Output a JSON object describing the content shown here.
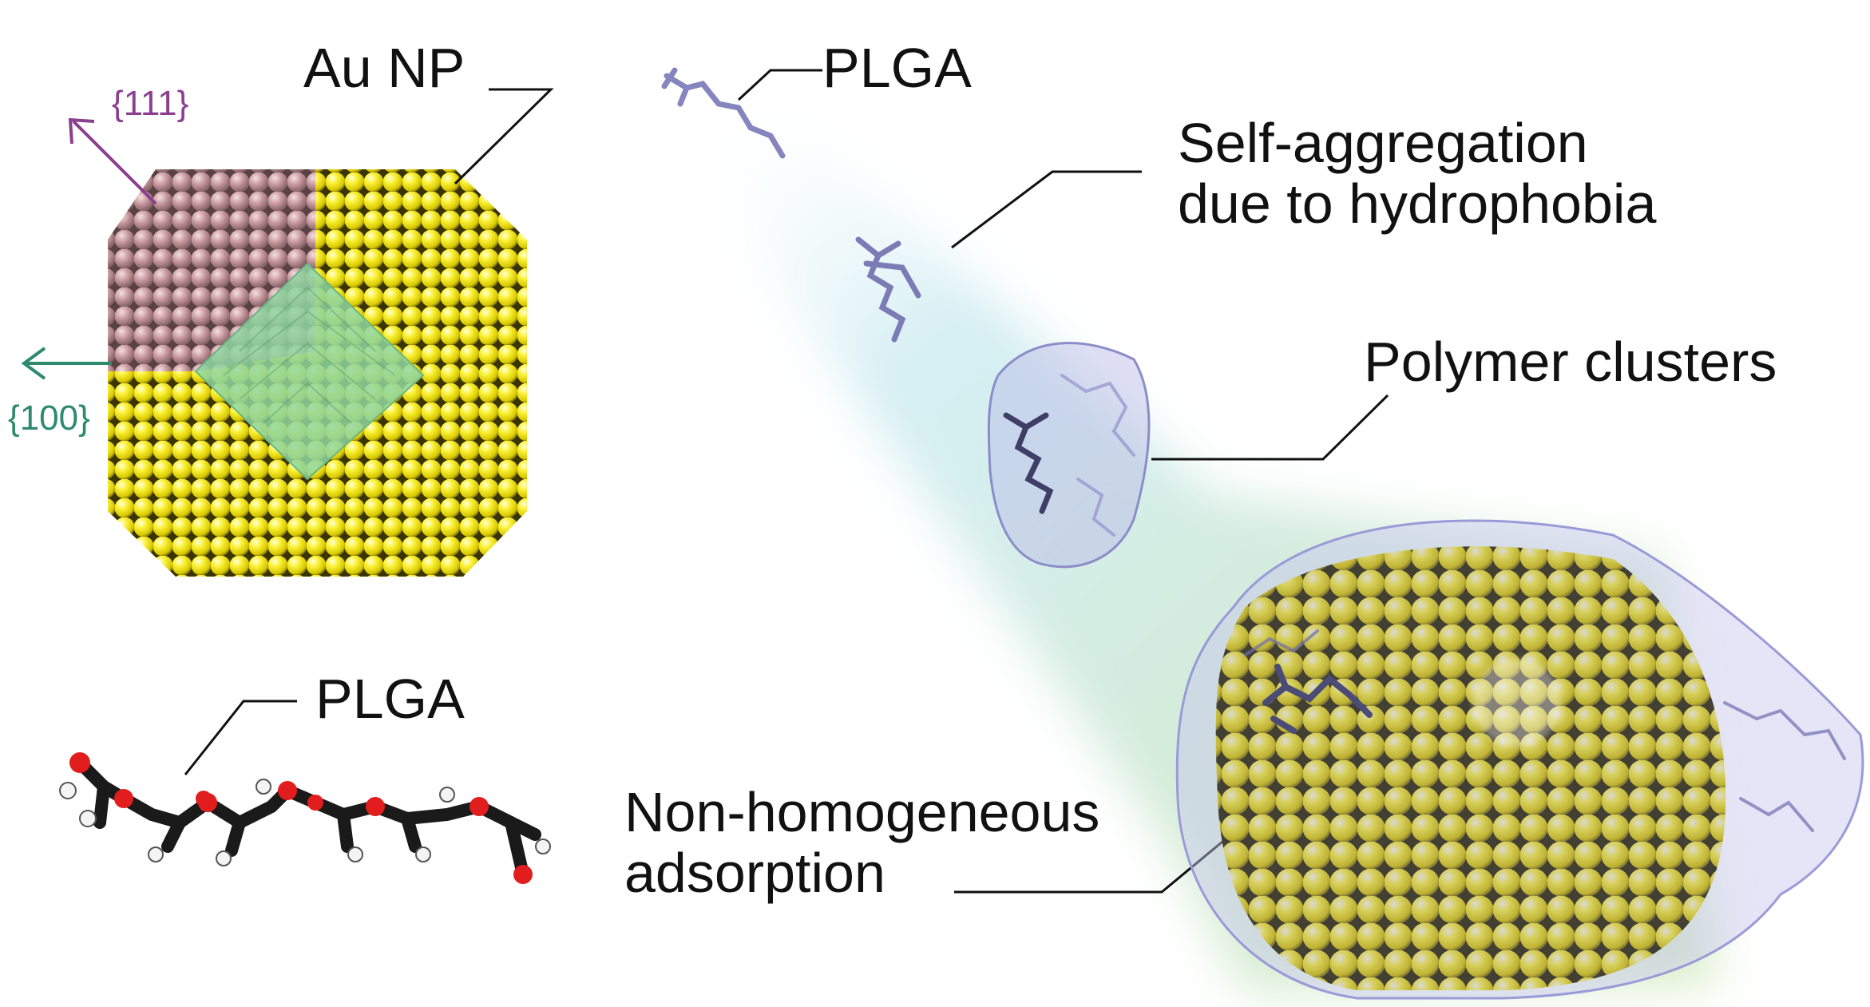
{
  "labels": {
    "au_np": "Au NP",
    "plga_top": "PLGA",
    "facet_111": "{111}",
    "facet_100": "{100}",
    "self_aggregation": [
      "Self-aggregation",
      "due to hydrophobia"
    ],
    "polymer_clusters": "Polymer clusters",
    "plga_bottom": "PLGA",
    "non_homogeneous": [
      "Non-homogeneous",
      "adsorption"
    ]
  },
  "colors": {
    "gold_atom": "#f2e600",
    "facet_111": "#c99aa0",
    "facet_100": "#7fcf90",
    "arrow_111": "#8a3f8f",
    "arrow_100": "#2e8a6e",
    "polymer": "#8c8cc8",
    "polymer_dark": "#4b4b78",
    "oxygen": "#e11d1d",
    "carbon": "#1a1a1a",
    "hydrogen": "#f4f4f4",
    "glow_blue": "#bfe6ee",
    "glow_green": "#cde8b4"
  }
}
